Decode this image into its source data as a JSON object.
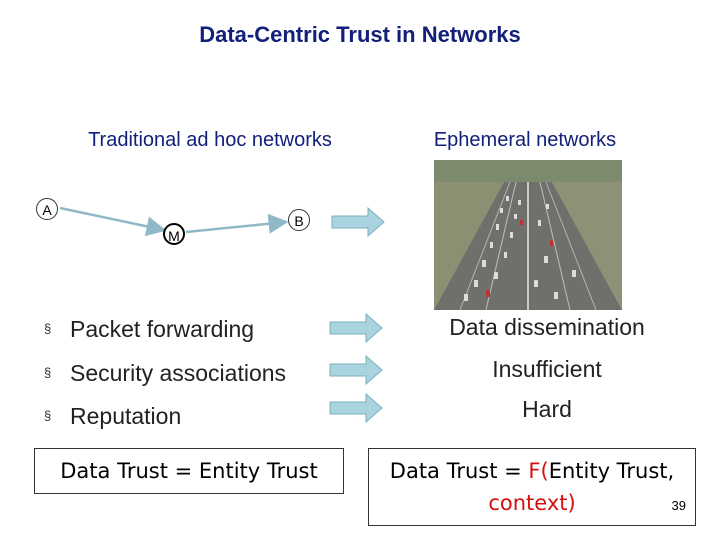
{
  "title": "Data-Centric Trust in Networks",
  "left_heading": "Traditional ad hoc networks",
  "right_heading": "Ephemeral networks",
  "nodes": {
    "a": "A",
    "m": "M",
    "b": "B"
  },
  "bullets": [
    {
      "marker": "§",
      "text": "Packet forwarding"
    },
    {
      "marker": "§",
      "text": "Security associations"
    },
    {
      "marker": "§",
      "text": "Reputation"
    }
  ],
  "right_items": [
    "Data dissemination",
    "Insufficient",
    "Hard"
  ],
  "formula_left": "Data Trust = Entity Trust",
  "formula_right": {
    "prefix": "Data Trust = ",
    "func_open": "F(",
    "mid": "Entity Trust,",
    "tail": "context)"
  },
  "page_number": "39",
  "colors": {
    "title": "#12207a",
    "arrow": "#a9d3de",
    "highlight": "#d21010"
  }
}
